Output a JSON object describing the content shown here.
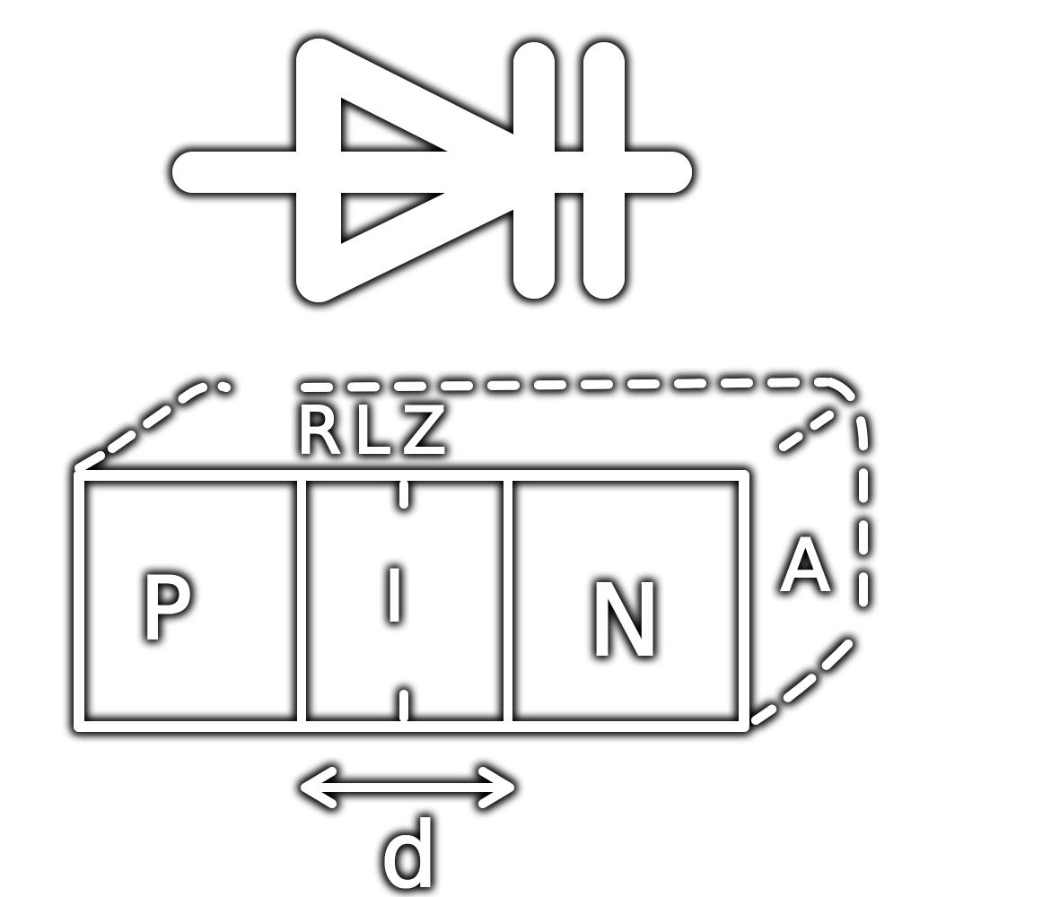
{
  "diagram": {
    "labels": {
      "region_p": "P",
      "region_i": "I",
      "region_n": "N",
      "rlz": "RLZ",
      "area": "A",
      "width": "d"
    },
    "colors": {
      "background": "#ffffff",
      "stroke": "#ffffff",
      "shadow": "#000000"
    }
  }
}
